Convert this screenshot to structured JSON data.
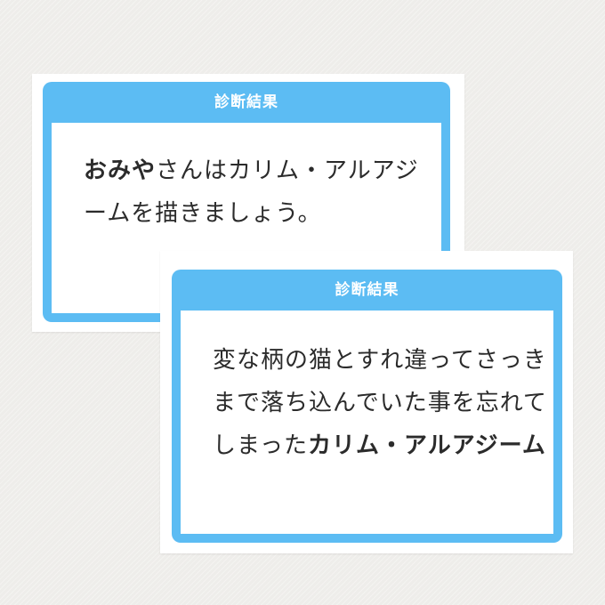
{
  "cards": [
    {
      "header": "診断結果",
      "result_bold": "おみや",
      "result_text": "さんはカリム・アルアジームを描きましょう。"
    },
    {
      "header": "診断結果",
      "result_text": "変な柄の猫とすれ違ってさっきまで落ち込んでいた事を忘れてしまった",
      "result_bold": "カリム・アルアジーム"
    }
  ]
}
